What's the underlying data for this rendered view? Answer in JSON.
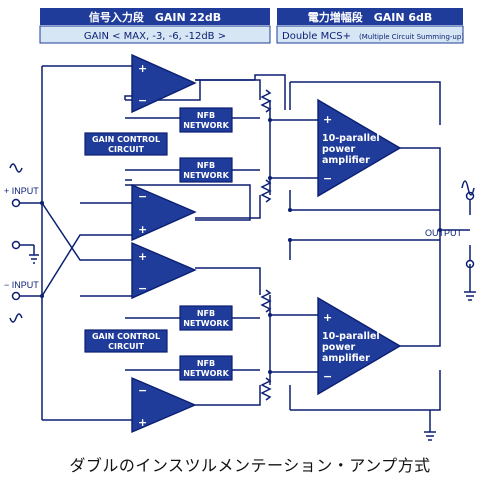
{
  "header": {
    "input_stage_title": "信号入力段　GAIN 22dB",
    "input_stage_sub": "GAIN < MAX, -3, -6, -12dB >",
    "power_stage_title": "電力増幅段　GAIN 6dB",
    "power_stage_sub_main": "Double MCS+",
    "power_stage_sub_small": "(Multiple Circuit Summing-up)"
  },
  "blocks": {
    "nfb_network": [
      "NFB",
      "NETWORK"
    ],
    "gain_control": [
      "GAIN CONTROL",
      "CIRCUIT"
    ],
    "power_amp": [
      "10-parallel",
      "power",
      "amplifier"
    ]
  },
  "signs": {
    "plus": "+",
    "minus": "−"
  },
  "io": {
    "plus_input": "+ INPUT",
    "minus_input": "− INPUT",
    "output": "OUTPUT"
  },
  "caption": "ダブルのインスツルメンテーション・アンプ方式",
  "colors": {
    "block": "#203c9a",
    "wire": "#0b1f73",
    "header_bg": "#203c9a",
    "sub_bg": "#d6e6f4"
  }
}
